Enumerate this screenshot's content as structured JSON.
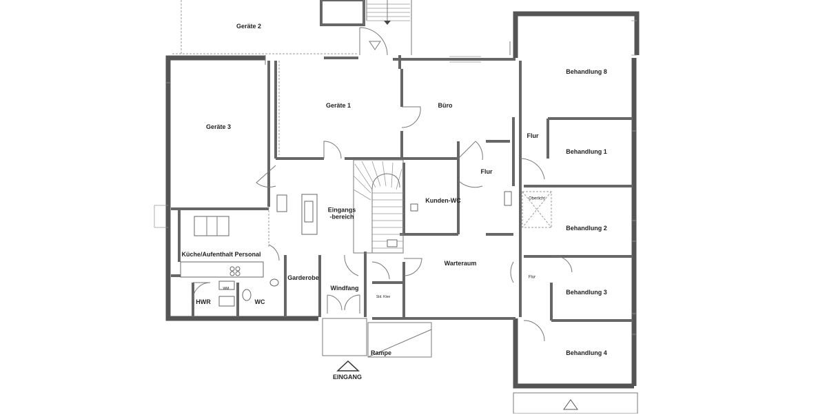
{
  "rooms": {
    "geraete2": "Geräte 2",
    "geraete1": "Geräte 1",
    "geraete3": "Geräte 3",
    "buero": "Büro",
    "behandlung8": "Behandlung 8",
    "flur_right": "Flur",
    "behandlung1": "Behandlung 1",
    "flur_center": "Flur",
    "kunden_wc": "Kunden-WC",
    "eingangsbereich_1": "Eingangs",
    "eingangsbereich_2": "-bereich",
    "oberlicht": "Oberlicht",
    "behandlung2": "Behandlung 2",
    "kueche": "Küche/Aufenthalt Personal",
    "warteraum": "Warteraum",
    "garderobe": "Garderobe",
    "windfang": "Windfang",
    "hwr": "HWR",
    "wc": "WC",
    "flur_small": "Flur",
    "behandlung3": "Behandlung 3",
    "behandlung4": "Behandlung 4",
    "rampe": "Rampe",
    "eingang": "EINGANG",
    "std_klee": "Std. Klee",
    "wm": "WM"
  }
}
